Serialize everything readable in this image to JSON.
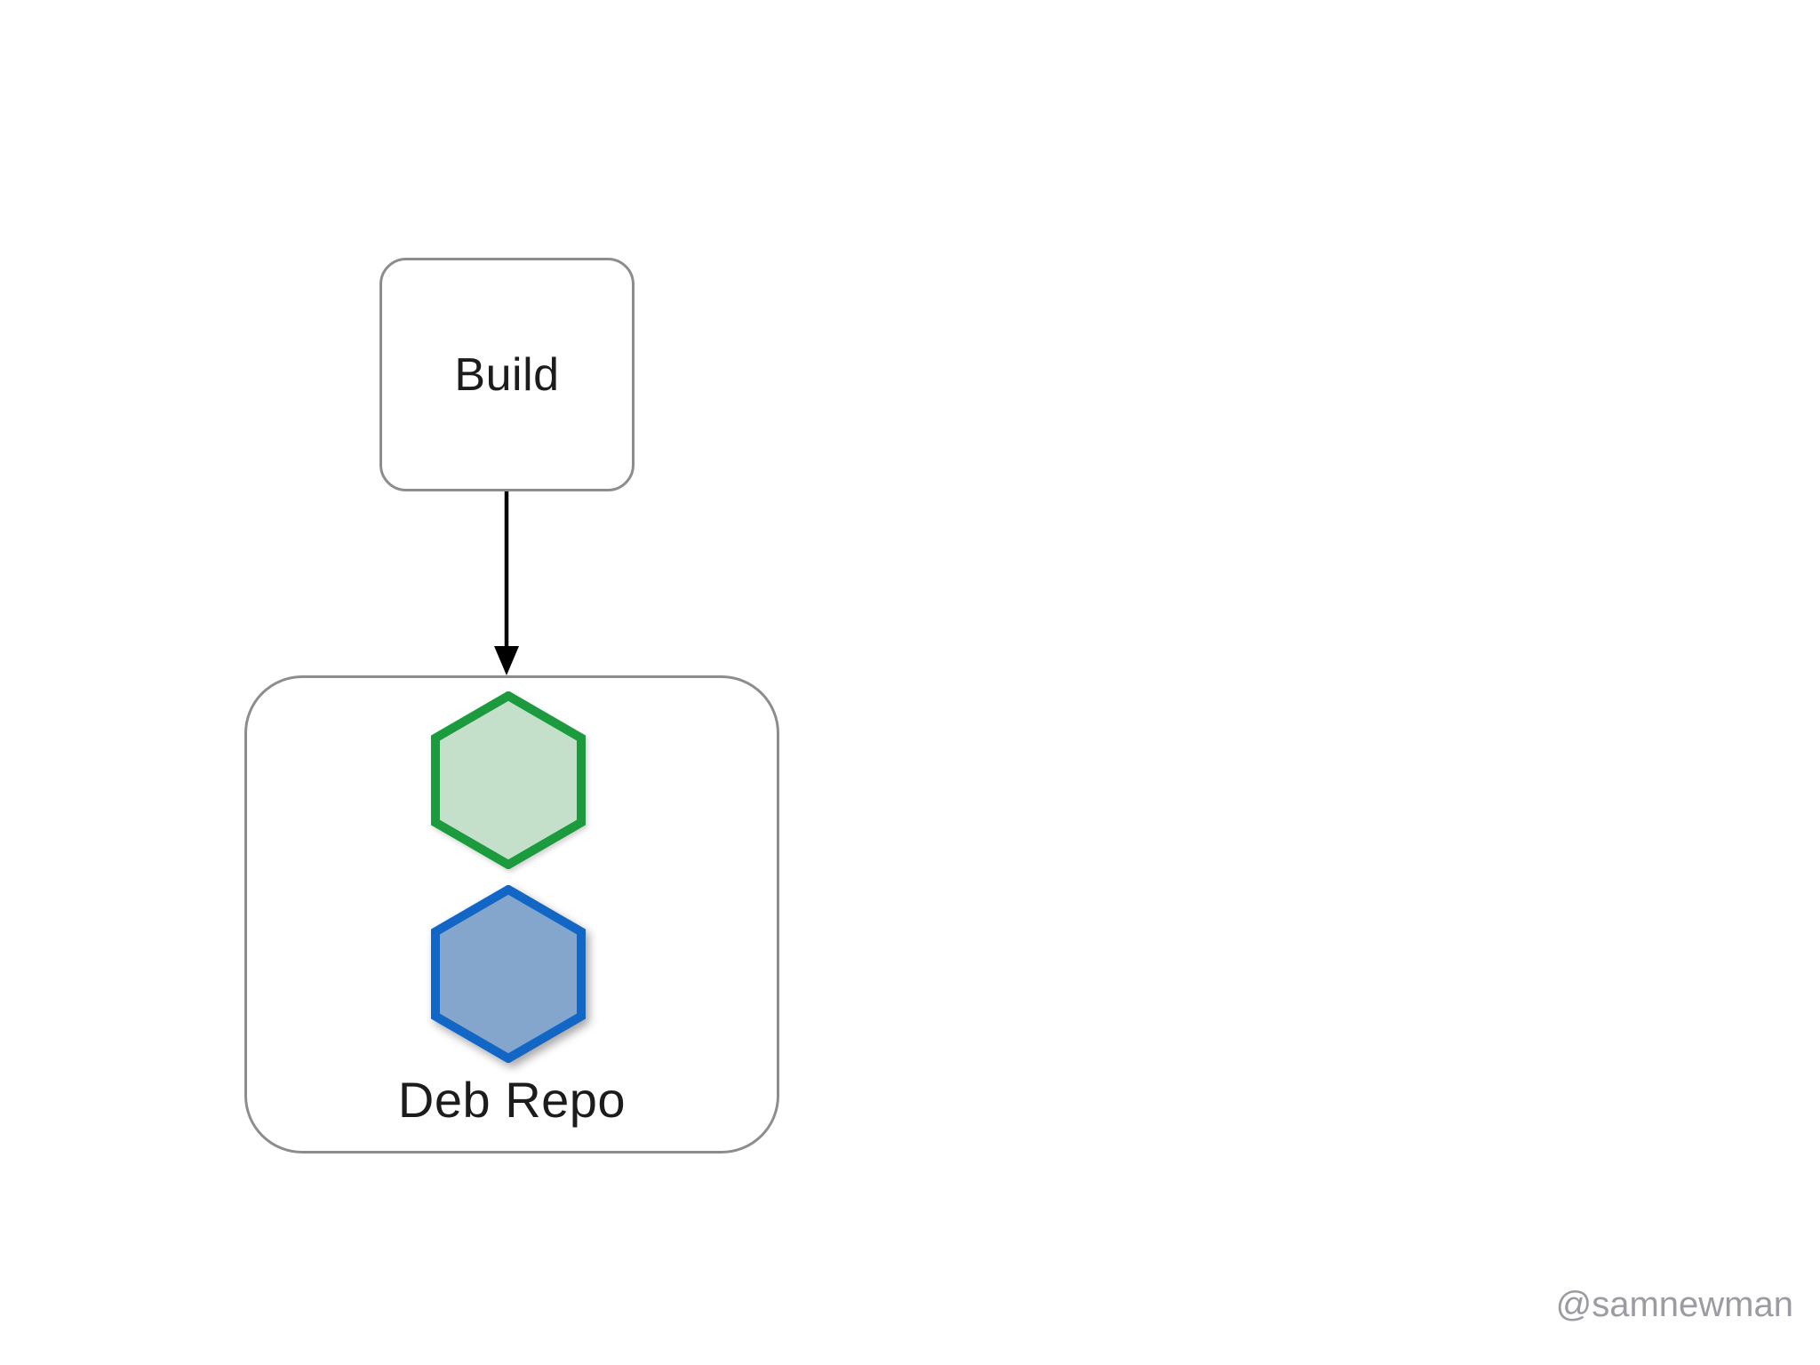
{
  "diagram": {
    "build_node": {
      "label": "Build"
    },
    "deb_repo_node": {
      "label": "Deb Repo"
    },
    "packages": [
      {
        "name": "green-package-hexagon",
        "fill": "#c5e0ca",
        "stroke": "#1b9a3e"
      },
      {
        "name": "blue-package-hexagon",
        "fill": "#85a6cc",
        "stroke": "#1267c6"
      }
    ],
    "arrow": {
      "color": "#000000",
      "from": "build-node",
      "to": "deb-repo-node"
    }
  },
  "colors": {
    "box_border": "#8d8d8d",
    "node_text": "#1c1c1c",
    "watermark_text": "#9b9ba1",
    "background": "#ffffff"
  },
  "watermark": "@samnewman"
}
